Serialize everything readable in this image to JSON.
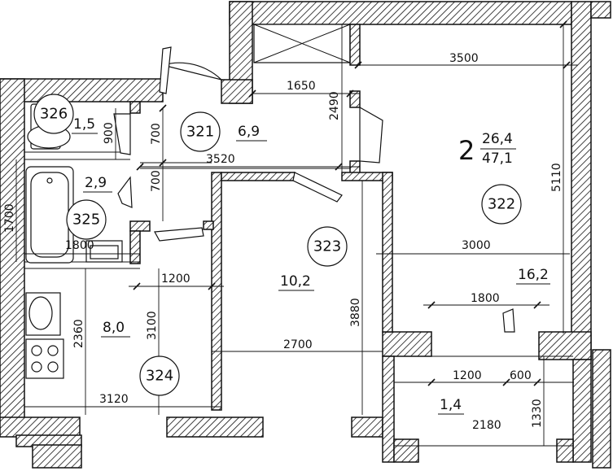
{
  "apartment": {
    "rooms_label": "2",
    "living_area": "26,4",
    "total_area": "47,1"
  },
  "rooms": [
    {
      "number": "321",
      "area": "6,9"
    },
    {
      "number": "322",
      "area": "16,2"
    },
    {
      "number": "323",
      "area": "10,2"
    },
    {
      "number": "324",
      "area": "8,0"
    },
    {
      "number": "325",
      "area": "2,9"
    },
    {
      "number": "326",
      "area": "1,5"
    },
    {
      "number": "",
      "area": "1,4"
    }
  ],
  "dimensions": {
    "d3500": "3500",
    "d1650": "1650",
    "d2490": "2490",
    "d900": "900",
    "d700a": "700",
    "d3520": "3520",
    "d700b": "700",
    "d5110": "5110",
    "d1700": "1700",
    "d1800a": "1800",
    "d3000": "3000",
    "d1200a": "1200",
    "d3880": "3880",
    "d1800b": "1800",
    "d3100": "3100",
    "d2360": "2360",
    "d2700": "2700",
    "d1200b": "1200",
    "d600": "600",
    "d3120": "3120",
    "d2180": "2180",
    "d1330": "1330"
  }
}
